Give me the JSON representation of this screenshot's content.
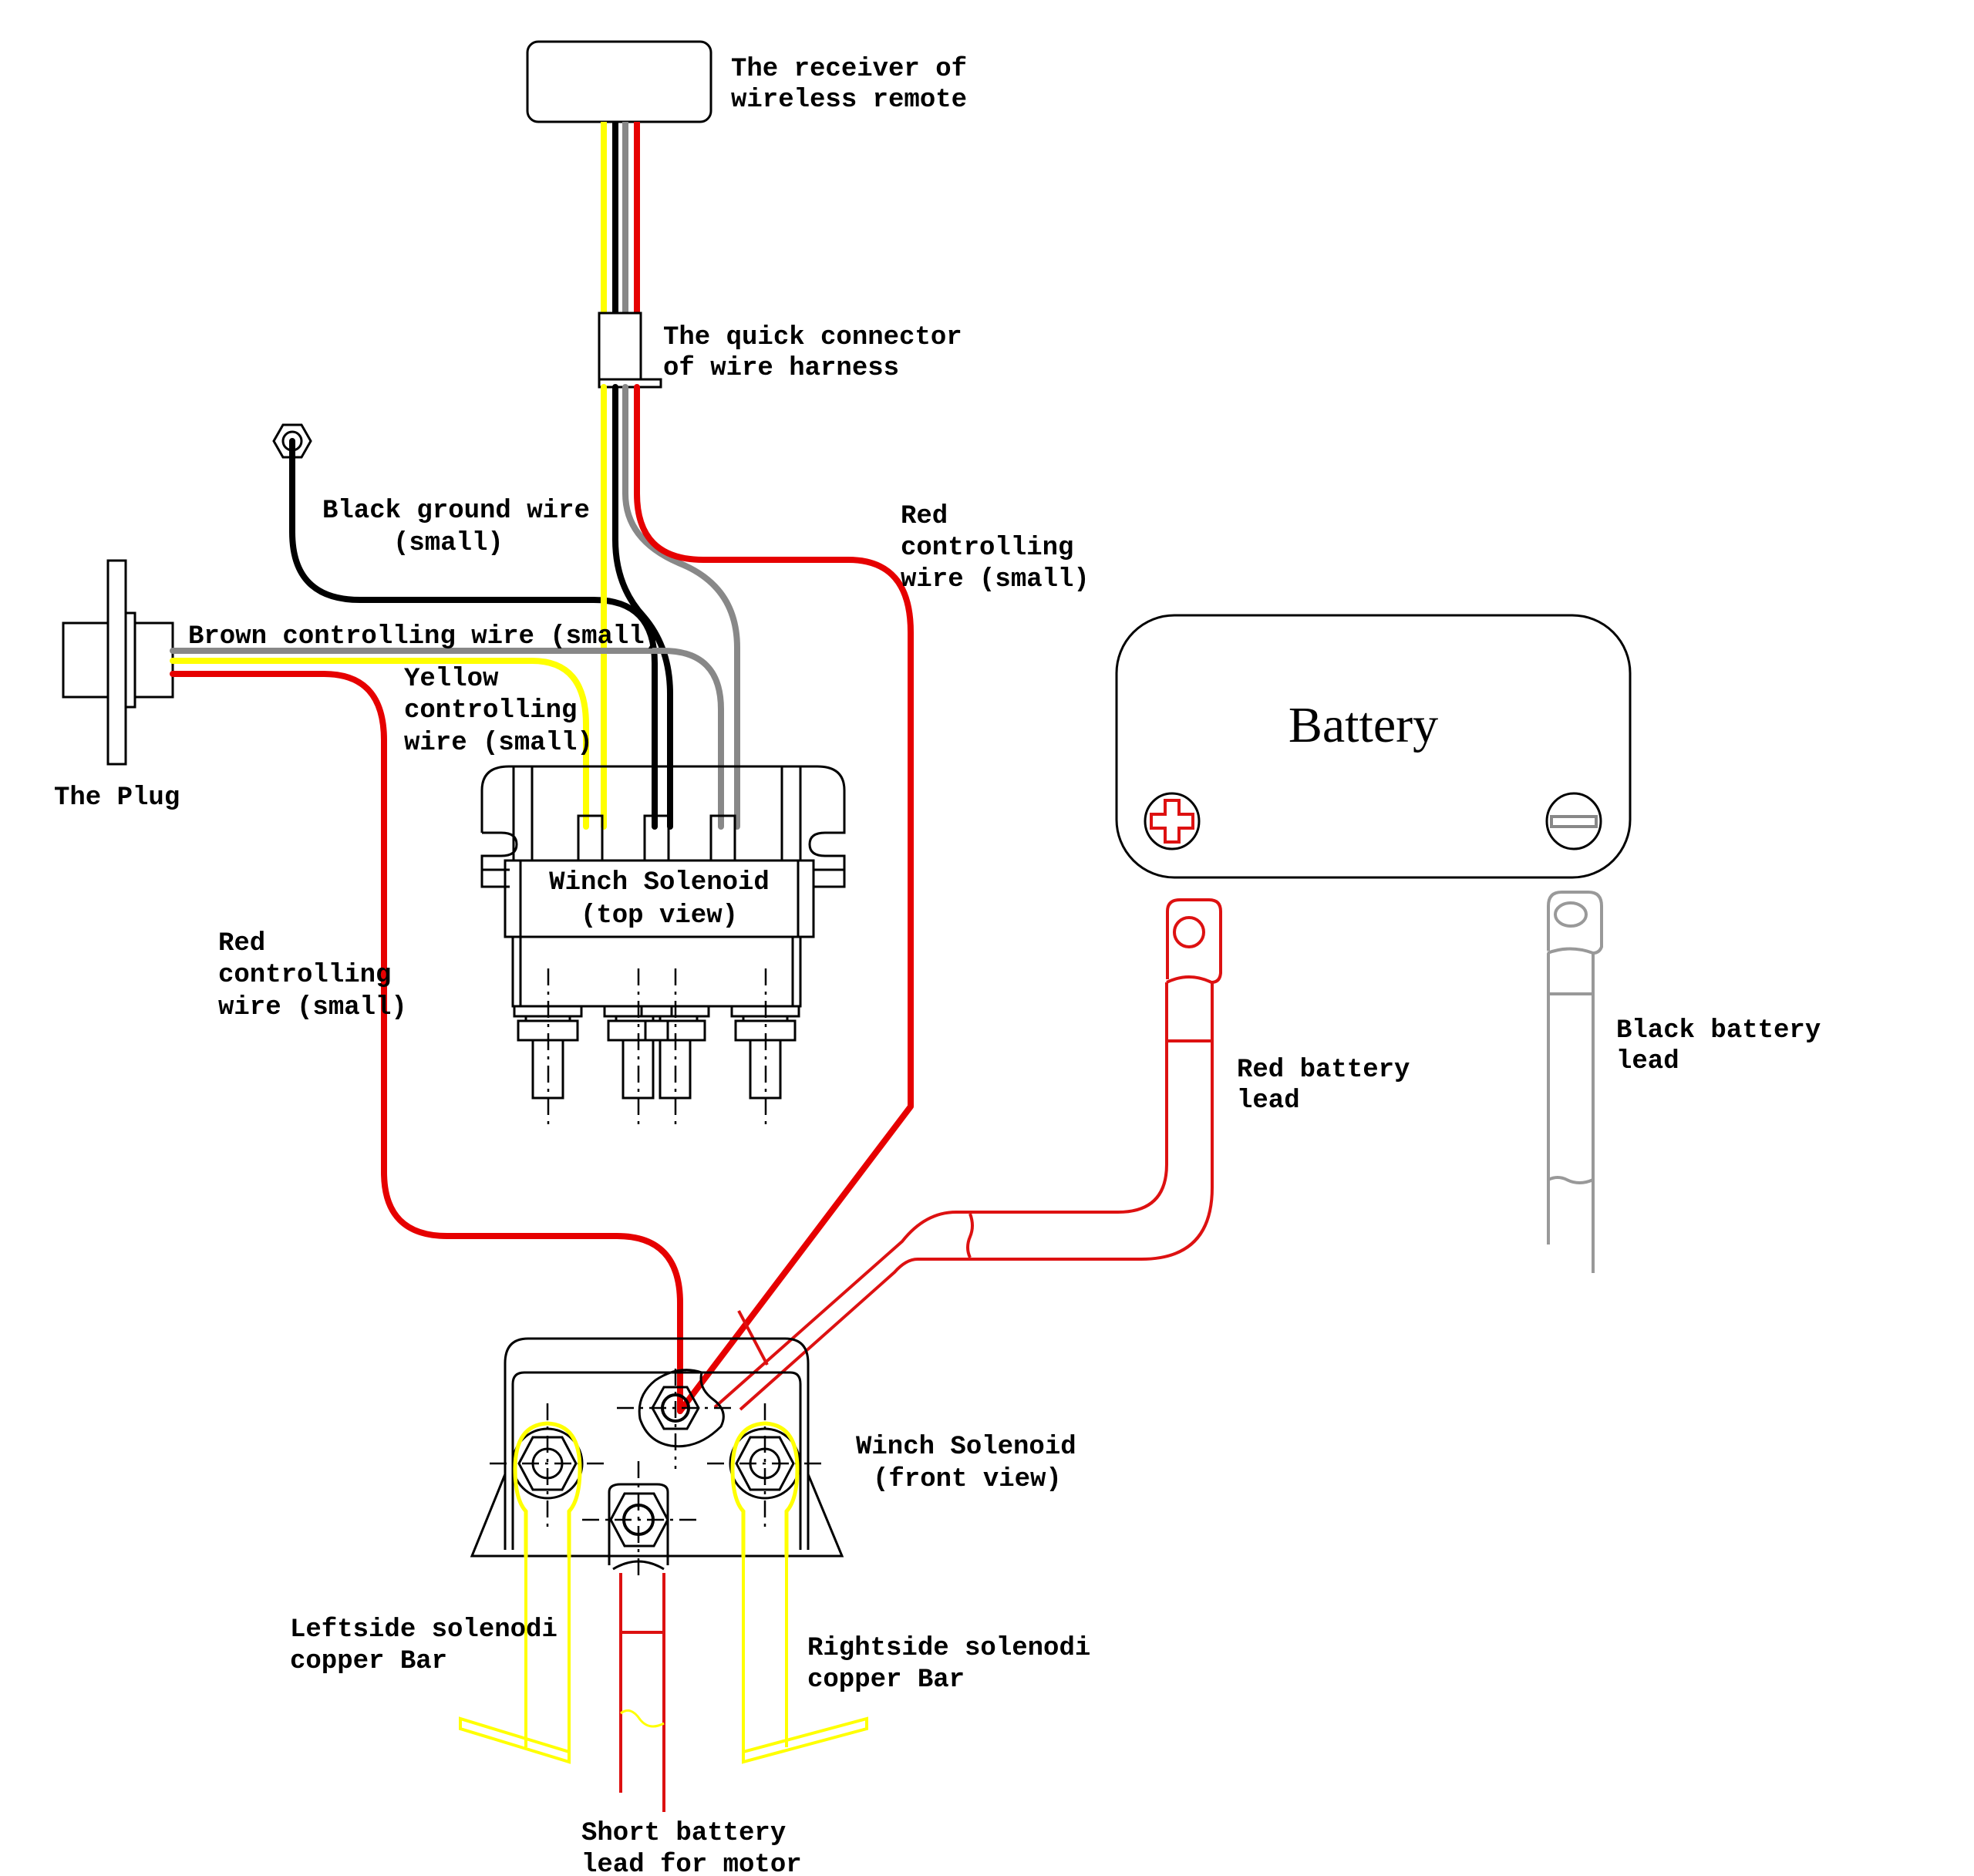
{
  "title": "Winch wireless remote wiring diagram",
  "colors": {
    "red": "#e60000",
    "yellow": "#ffff00",
    "black": "#000000",
    "gray": "#888888",
    "lead_red": "#dd1111",
    "lead_gray": "#999999"
  },
  "components": {
    "receiver": {
      "line1": "The receiver of",
      "line2": "wireless remote"
    },
    "quick_connector": {
      "line1": "The quick connector",
      "line2": "of wire harness"
    },
    "plug": {
      "label": "The Plug"
    },
    "solenoid_top": {
      "line1": "Winch Solenoid",
      "line2": "(top view)"
    },
    "solenoid_front": {
      "line1": "Winch Solenoid",
      "line2": "(front view)"
    },
    "battery": {
      "label": "Battery",
      "positive_icon": "plus-terminal",
      "negative_icon": "minus-terminal"
    }
  },
  "wires": {
    "black_ground": {
      "line1": "Black ground wire",
      "line2": "(small)"
    },
    "brown_controlling": {
      "label": "Brown controlling wire (small)"
    },
    "yellow_controlling": {
      "line1": "Yellow",
      "line2": "controlling",
      "line3": "wire (small)"
    },
    "red_controlling_right": {
      "line1": "Red",
      "line2": "controlling",
      "line3": "wire (small)"
    },
    "red_controlling_left": {
      "line1": "Red",
      "line2": "controlling",
      "line3": "wire (small)"
    }
  },
  "leads": {
    "red_battery": {
      "line1": "Red battery",
      "line2": "lead"
    },
    "black_battery": {
      "line1": "Black battery",
      "line2": "lead"
    },
    "short_battery": {
      "line1": "Short battery",
      "line2": "lead for motor"
    },
    "left_bar": {
      "line1": "Leftside solenodi",
      "line2": "copper Bar"
    },
    "right_bar": {
      "line1": "Rightside solenodi",
      "line2": "copper Bar"
    }
  }
}
